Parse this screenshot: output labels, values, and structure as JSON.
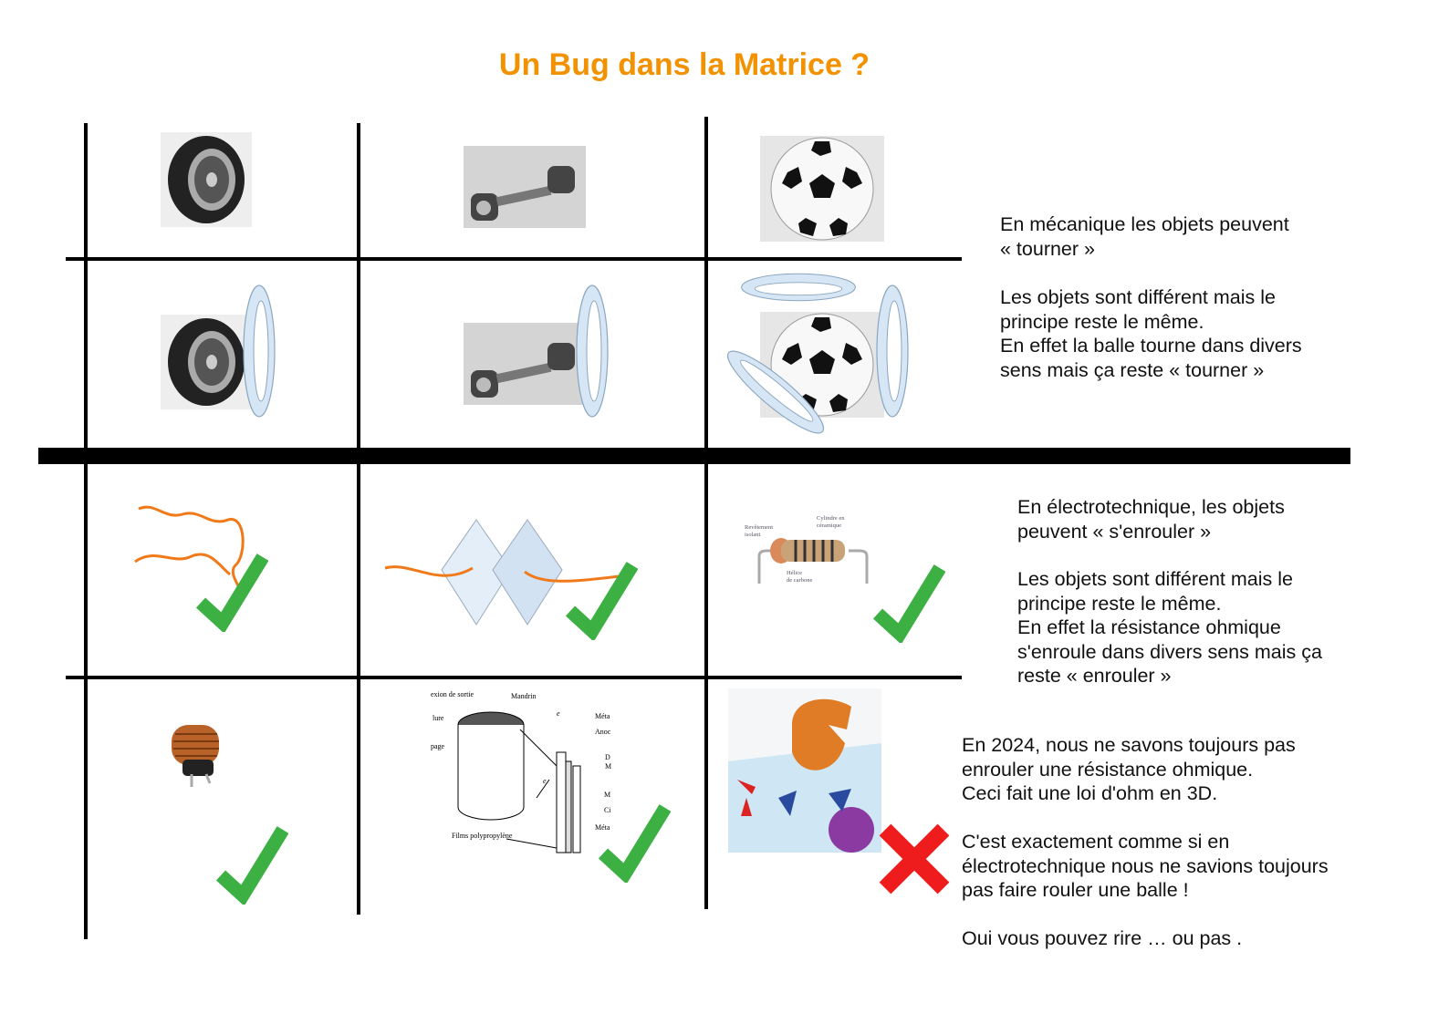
{
  "title": "Un Bug dans la Matrice ?",
  "mechanics": {
    "heading": "En mécanique les objets peuvent\n« tourner »",
    "body": "Les objets sont différent mais le\nprincipe reste le même.\nEn effet la balle tourne dans divers\nsens mais ça reste « tourner »",
    "objects": [
      "tire",
      "dumbbell",
      "soccer-ball"
    ]
  },
  "electro": {
    "heading": "En électrotechnique, les objets\npeuvent « s'enrouler »",
    "body": "Les objets sont différent mais le\nprincipe reste le même.\nEn effet la résistance ohmique\ns'enroule dans divers sens mais ça\nreste « enrouler »",
    "objects": [
      "wire",
      "wire-through-sheets",
      "resistor",
      "inductor",
      "capacitor",
      "3d-ohm-law"
    ]
  },
  "conclusion": {
    "p1": "En 2024, nous ne savons toujours pas\nenrouler une résistance ohmique.\nCeci fait une loi d'ohm en 3D.",
    "p2": "C'est exactement comme si en\nélectrotechnique nous ne savions toujours\npas faire rouler une balle !",
    "p3": "Oui vous pouvez rire … ou pas ."
  },
  "resistor_labels": {
    "coating": "Revêtement",
    "coating2": "isolant",
    "cylinder": "Cylindre en",
    "cylinder2": "céramique",
    "helix": "Hélice",
    "helix2": "de carbone"
  },
  "capacitor_labels": {
    "output": "exion de sortie",
    "mandrel": "Mandrin",
    "l1": "lure",
    "l2": "page",
    "films": "Films polypropylène",
    "m1": "Méta",
    "m2": "Anoc",
    "d": "D",
    "m": "M",
    "e": "e",
    "em": "e",
    "m3": "M",
    "c": "Ci",
    "m4": "Méta"
  },
  "colors": {
    "title": "#f39200",
    "check": "#3cb043",
    "cross": "#ee1c1c",
    "wire": "#f07a1a",
    "rotation": "#d6e6f4"
  }
}
